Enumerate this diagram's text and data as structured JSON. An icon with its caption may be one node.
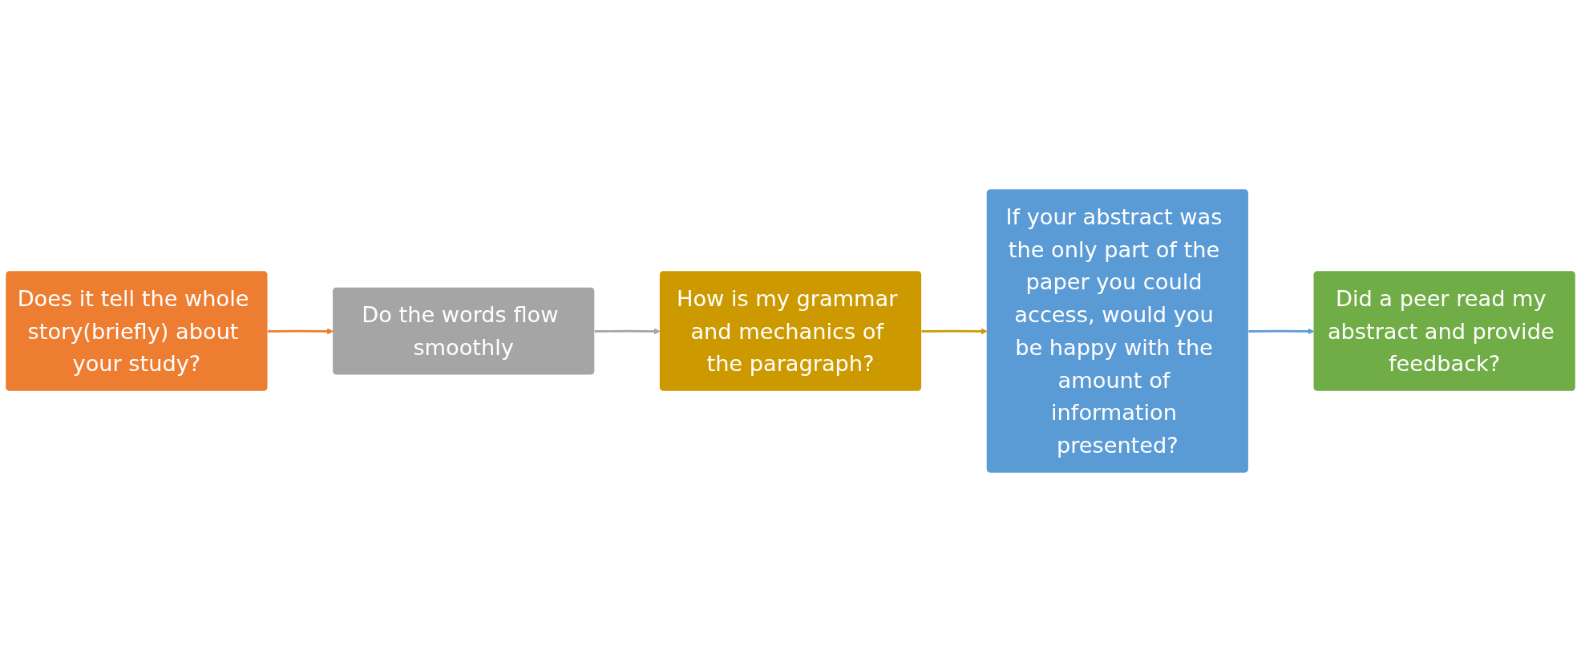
{
  "diagram": {
    "nodes": [
      {
        "text": [
          "Does it tell the whole story(briefly) about your study?"
        ]
      },
      {
        "text": [
          "Do the words flow smoothly"
        ]
      },
      {
        "text": [
          "How is my grammar and mechanics of the paragraph?"
        ]
      },
      {
        "text": [
          "Did a peer read my abstract and provide feedback?"
        ]
      },
      {
        "text": [
          "If your abstract was the only part of the paper you could access, would you be happy with the amount of information presented?"
        ]
      }
    ],
    "edges": [
      {
        "from": 0,
        "to": 1,
        "arrow": "to",
        "color": "#ed7d31"
      },
      {
        "from": 1,
        "to": 2,
        "arrow": "to",
        "color": "#a5a5a5"
      },
      {
        "from": 2,
        "to": 4,
        "arrow": "to",
        "color": "#cc9a00"
      },
      {
        "from": 4,
        "to": 3,
        "arrow": "to",
        "color": "#5b9bd5"
      }
    ]
  }
}
